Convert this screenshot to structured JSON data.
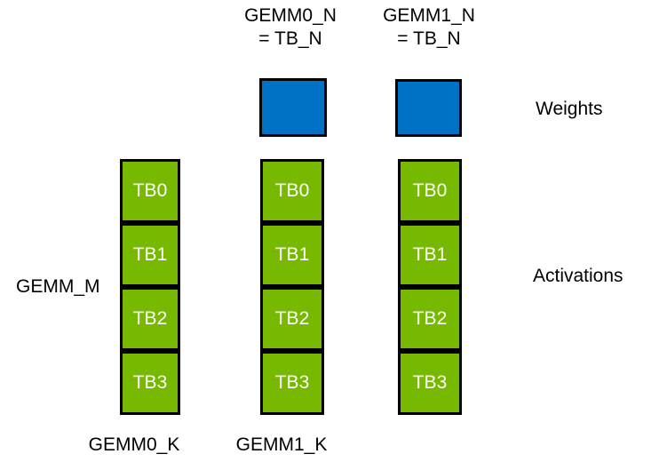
{
  "colors": {
    "background": "#FFFFFF",
    "nvidia_green": "#76B900",
    "weights_blue": "#0072C6",
    "border_black": "#000000",
    "text_white": "#FFFFFF",
    "text_black": "#000000"
  },
  "top_labels": {
    "gemm0_n_line1": "GEMM0_N",
    "gemm0_n_line2": "= TB_N",
    "gemm1_n_line1": "GEMM1_N",
    "gemm1_n_line2": "= TB_N"
  },
  "side_labels": {
    "gemm_m": "GEMM_M",
    "weights": "Weights",
    "activations": "Activations"
  },
  "bottom_labels": {
    "gemm0_k": "GEMM0_K",
    "gemm1_k": "GEMM1_K"
  },
  "weights_blocks": [
    {
      "id": "gemm0-weights"
    },
    {
      "id": "gemm1-weights"
    }
  ],
  "columns": [
    {
      "id": "gemm0-activations",
      "cells": [
        "TB0",
        "TB1",
        "TB2",
        "TB3"
      ]
    },
    {
      "id": "gemm1-activations",
      "cells": [
        "TB0",
        "TB1",
        "TB2",
        "TB3"
      ]
    },
    {
      "id": "gemm1-activations-b",
      "cells": [
        "TB0",
        "TB1",
        "TB2",
        "TB3"
      ]
    }
  ]
}
